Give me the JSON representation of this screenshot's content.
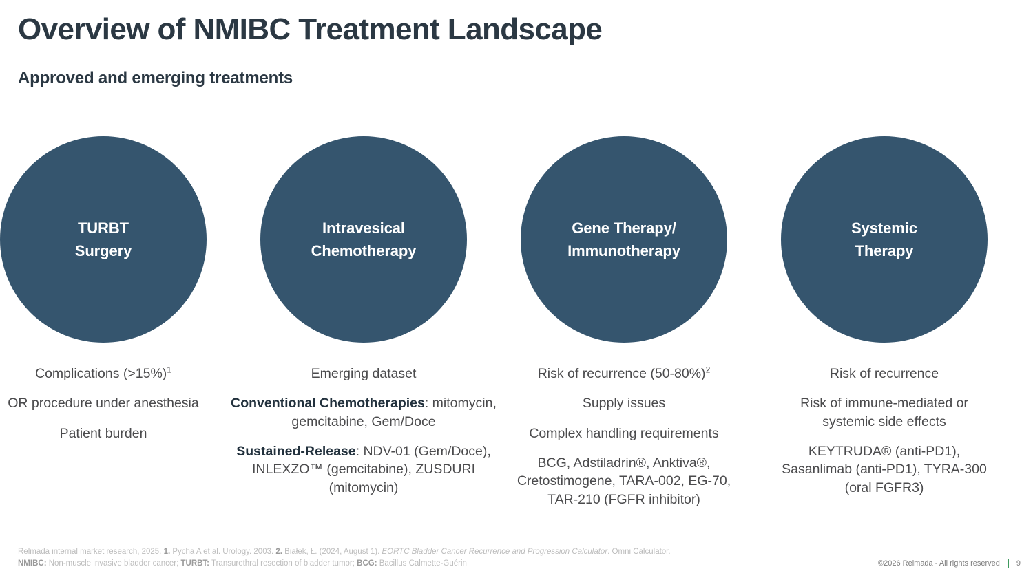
{
  "header": {
    "title": "Overview of NMIBC Treatment Landscape",
    "subtitle": "Approved and emerging treatments"
  },
  "columns": [
    {
      "id": "turbt-surgery",
      "bubble_label": "TURBT\nSurgery",
      "body_html": "<div class=\"para\">Complications (&gt;15%)<sup>1</sup></div><div class=\"para\">OR procedure under anesthesia</div><div class=\"para\">Patient burden</div>"
    },
    {
      "id": "intravesical-chemotherapy",
      "bubble_label": "Intravesical\nChemotherapy",
      "body_html": "<div class=\"para\">Emerging dataset</div><div class=\"para\"><b>Conventional Chemotherapies</b>: mitomycin, gemcitabine, Gem/Doce</div><div class=\"para\"><b>Sustained-Release</b>: NDV-01 (Gem/Doce), INLEXZO&trade; (gemcitabine), ZUSDURI (mitomycin)</div>"
    },
    {
      "id": "gene-therapy-immunotherapy",
      "bubble_label": "Gene Therapy/\nImmunotherapy",
      "body_html": "<div class=\"para\">Risk of recurrence (50-80%)<sup>2</sup></div><div class=\"para\">Supply issues</div><div class=\"para\">Complex handling requirements</div><div class=\"para\">BCG, Adstiladrin&reg;, Anktiva&reg;, Cretostimogene, TARA-002, EG-70, TAR-210 (FGFR inhibitor)</div>"
    },
    {
      "id": "systemic-therapy",
      "bubble_label": "Systemic\nTherapy",
      "body_html": "<div class=\"para\">Risk of recurrence</div><div class=\"para\">Risk of immune-mediated or systemic side effects</div><div class=\"para\">KEYTRUDA&reg; (anti-PD1), Sasanlimab (anti-PD1), TYRA-300 (oral FGFR3)</div>"
    }
  ],
  "footer": {
    "references_html": "Relmada internal market research, 2025. <b>1.</b> Pycha A et al. Urology. 2003. <b>2.</b> Bia&#322;ek, &#321;. (2024, August 1). <i>EORTC Bladder Cancer Recurrence and Progression Calculator</i>. Omni Calculator.",
    "abbreviations_html": "<b>NMIBC:</b> Non-muscle invasive bladder cancer; <b>TURBT:</b> Transurethral resection of bladder tumor; <b>BCG:</b> Bacillus Calmette-Gu&eacute;rin",
    "copyright": "©2026 Relmada - All rights reserved",
    "page_number": "9"
  },
  "colors": {
    "bubble_fill": "#35556e",
    "title_text": "#2b3843",
    "body_text": "#4b4b4d",
    "bold_text": "#22313d",
    "footnote_text": "#bdbdbd",
    "divider_green": "#3f9a5f",
    "background": "#ffffff"
  }
}
